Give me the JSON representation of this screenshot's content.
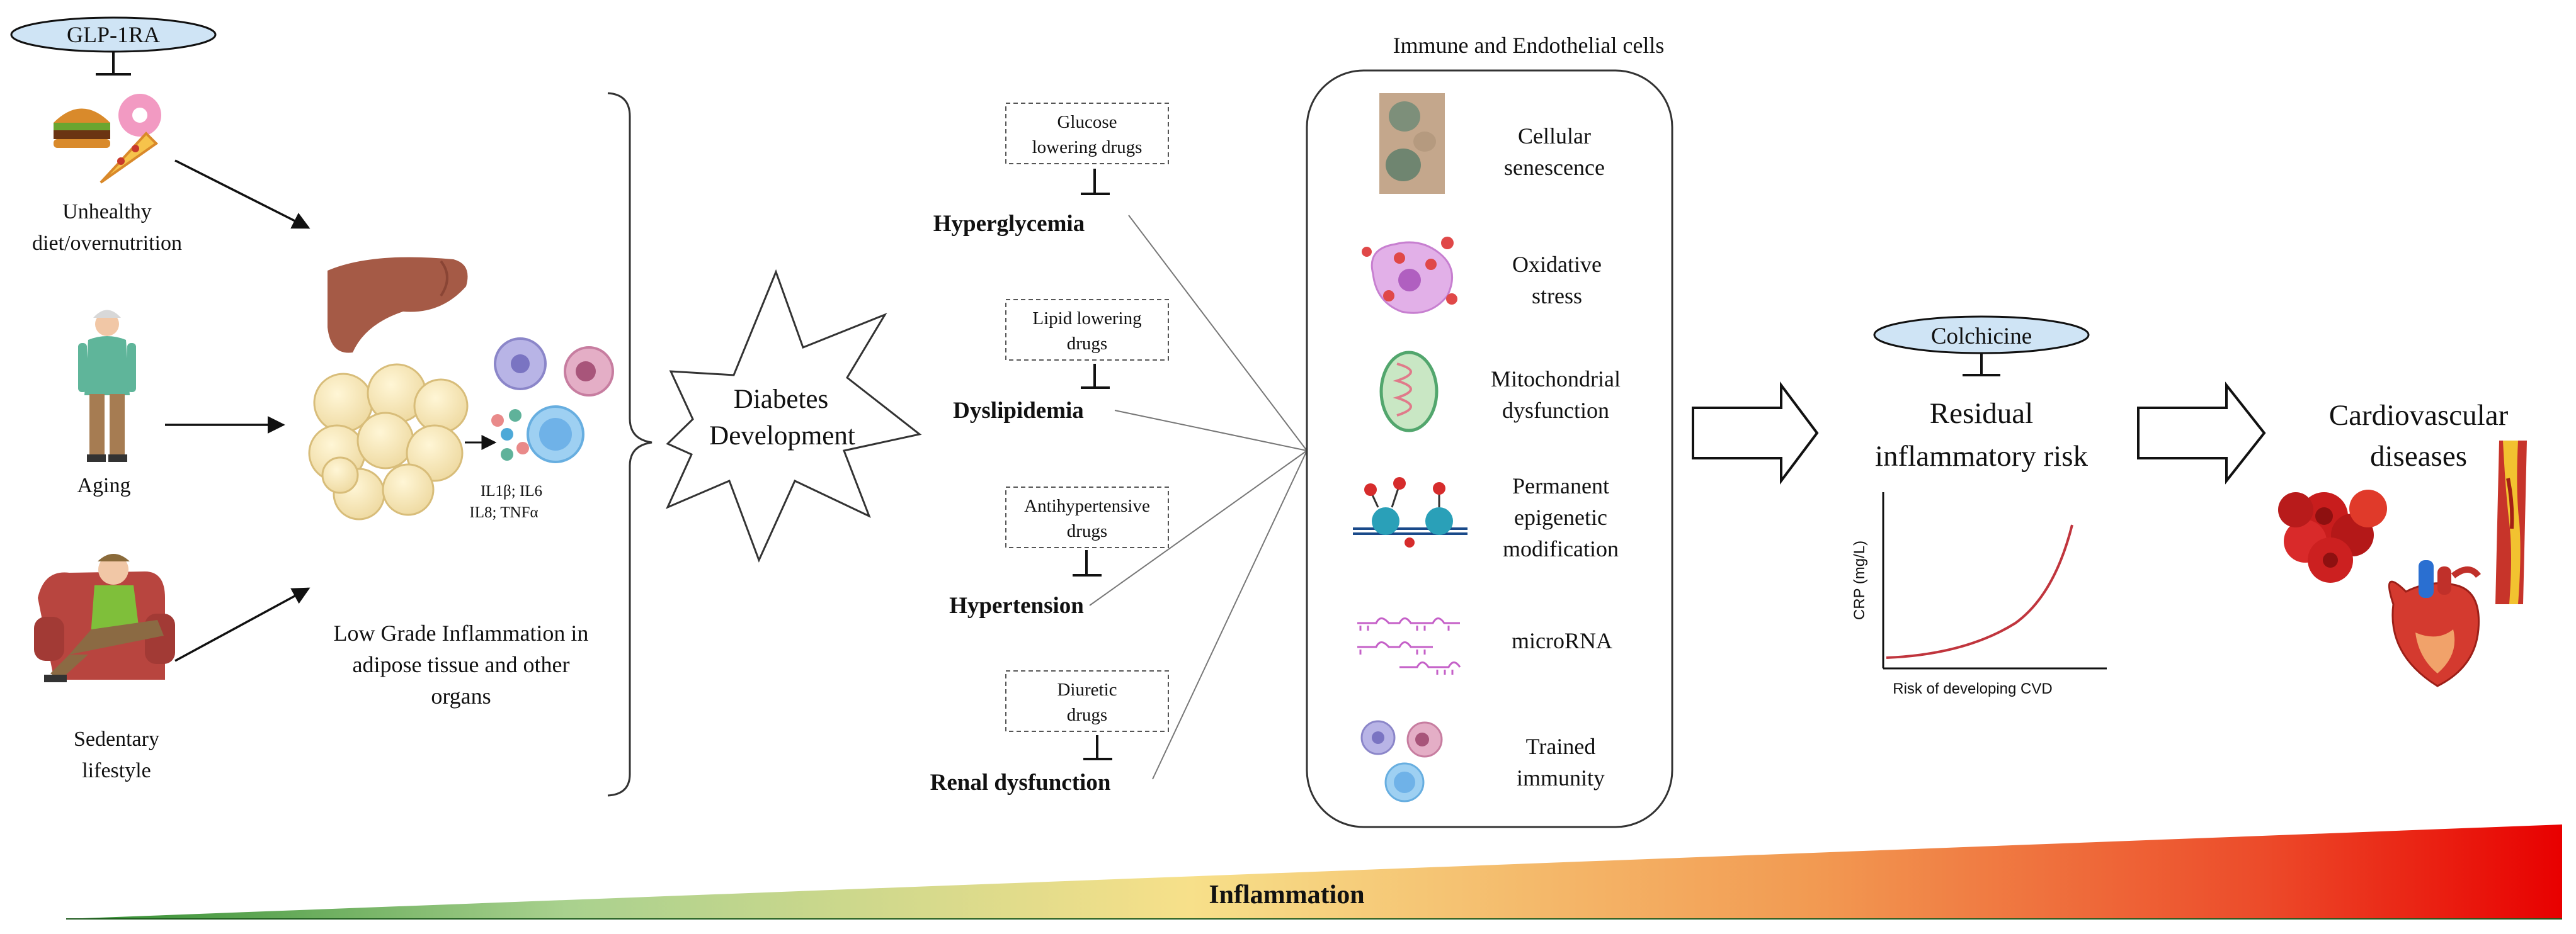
{
  "risk_factors": {
    "inhibitor": "GLP-1RA",
    "diet": [
      "Unhealthy",
      "diet/overnutrition"
    ],
    "aging": "Aging",
    "sedentary": [
      "Sedentary",
      "lifestyle"
    ]
  },
  "inflammation_block": {
    "cytokines": [
      "IL1β; IL6",
      "IL8; TNFα"
    ],
    "caption": [
      "Low Grade Inflammation in",
      "adipose tissue and other",
      "organs"
    ]
  },
  "central_event": [
    "Diabetes",
    "Development"
  ],
  "conditions": [
    {
      "drug": [
        "Glucose",
        "lowering drugs"
      ],
      "name": "Hyperglycemia"
    },
    {
      "drug": [
        "Lipid lowering",
        "drugs"
      ],
      "name": "Dyslipidemia"
    },
    {
      "drug": [
        "Antihypertensive",
        "drugs"
      ],
      "name": "Hypertension"
    },
    {
      "drug": [
        "Diuretic",
        "drugs"
      ],
      "name": "Renal dysfunction"
    }
  ],
  "cells_panel": {
    "title": "Immune and Endothelial cells",
    "items": [
      [
        "Cellular",
        "senescence"
      ],
      [
        "Oxidative",
        "stress"
      ],
      [
        "Mitochondrial",
        "dysfunction"
      ],
      [
        "Permanent",
        "epigenetic",
        "modification"
      ],
      [
        "microRNA"
      ],
      [
        "Trained",
        "immunity"
      ]
    ]
  },
  "residual": {
    "inhibitor": "Colchicine",
    "label": [
      "Residual",
      "inflammatory risk"
    ],
    "graph_ylabel": "CRP (mg/L)",
    "graph_xlabel": "Risk of developing CVD"
  },
  "outcome": [
    "Cardiovascular",
    "diseases"
  ],
  "gradient_bar": {
    "label": "Inflammation",
    "colors": [
      "#2e8b2e",
      "#d8e6a0",
      "#f7e08a",
      "#f29a52",
      "#e8341c",
      "#e80000"
    ]
  }
}
